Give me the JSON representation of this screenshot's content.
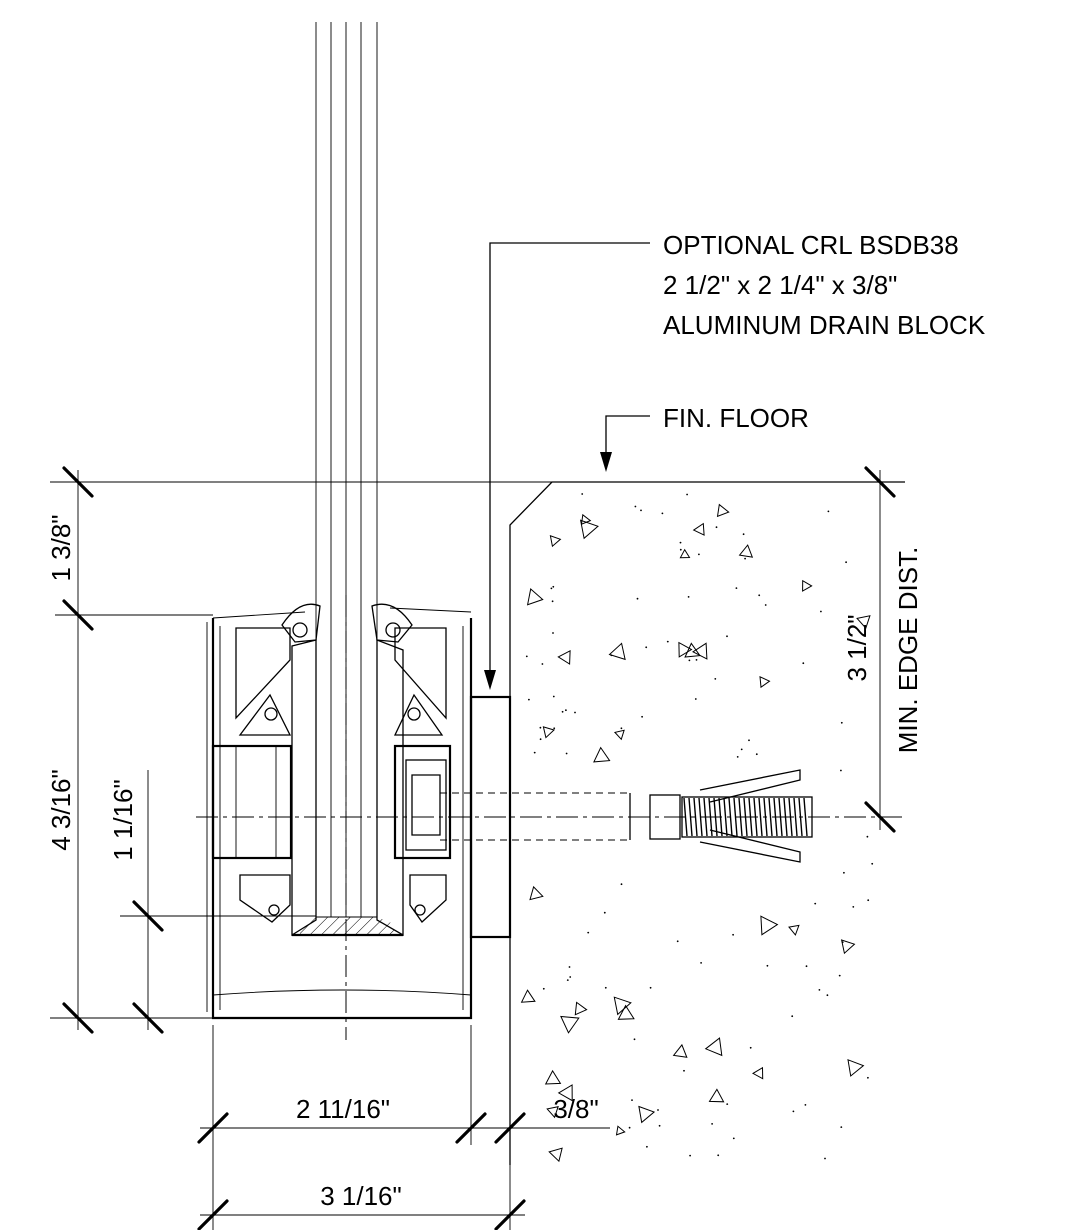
{
  "callouts": {
    "drain_block": {
      "line1": "OPTIONAL CRL BSDB38",
      "line2": "2 1/2\" x 2 1/4\" x 3/8\"",
      "line3": "ALUMINUM DRAIN BLOCK"
    },
    "floor": "FIN. FLOOR"
  },
  "dimensions": {
    "top_gap": "1 3/8\"",
    "shoe_height": "4 3/16\"",
    "anchor_height": "1 1/16\"",
    "edge_distance": "3 1/2\"",
    "edge_distance_label": "MIN. EDGE DIST.",
    "shoe_width": "2 11/16\"",
    "block_width": "3/8\"",
    "overall_width": "3 1/16\""
  }
}
